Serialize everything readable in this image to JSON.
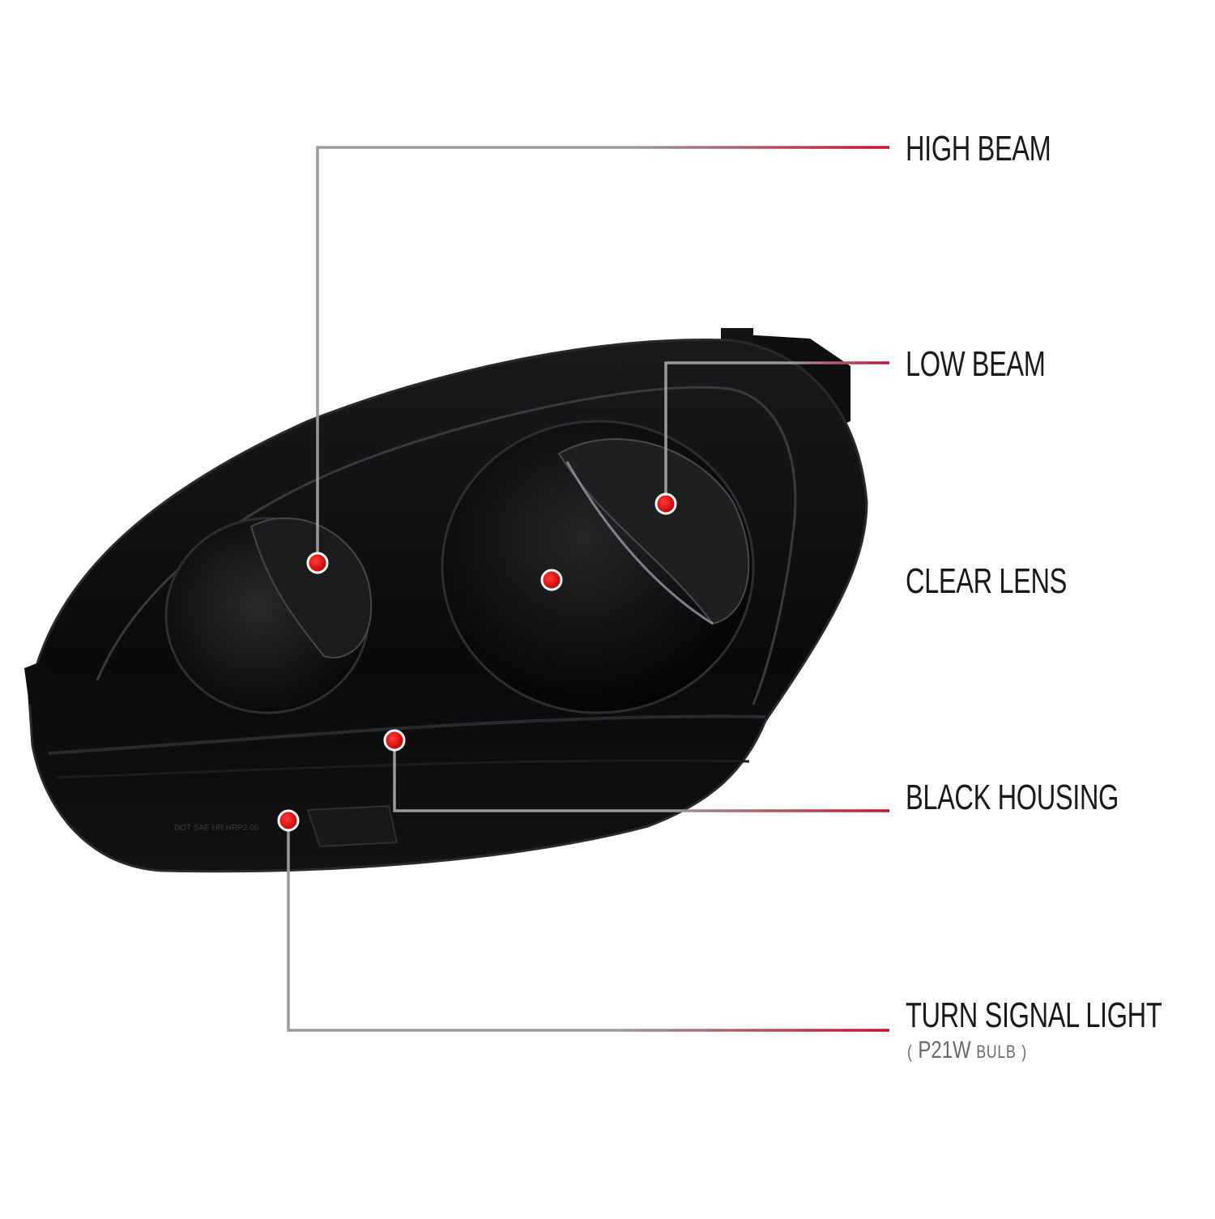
{
  "colors": {
    "accent": "#c8102e",
    "leader_gray": "#8a8a8a",
    "housing": "#0b0b0c",
    "label_text": "#1a1a1a",
    "sub_text": "#6a6a6a"
  },
  "callouts": [
    {
      "id": "high-beam",
      "label": "HIGH BEAM"
    },
    {
      "id": "low-beam",
      "label": "LOW BEAM"
    },
    {
      "id": "clear-lens",
      "label": "CLEAR LENS"
    },
    {
      "id": "black-housing",
      "label": "BLACK HOUSING"
    },
    {
      "id": "turn-signal-light",
      "label": "TURN SIGNAL LIGHT",
      "sub_open": "(",
      "sub_bulb": "P21W",
      "sub_word": "BULB",
      "sub_close": ")"
    }
  ],
  "housing_marking": "DOT SAE HR HRP2 06"
}
